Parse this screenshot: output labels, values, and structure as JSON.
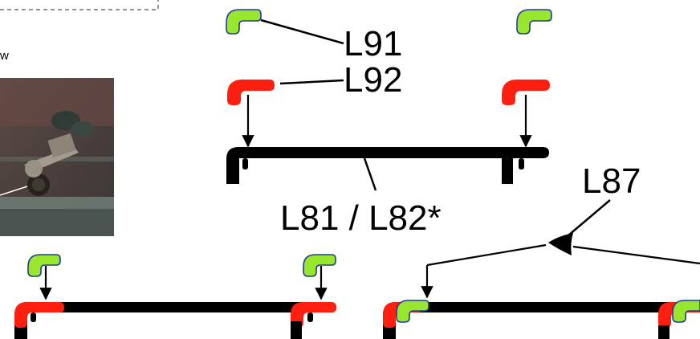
{
  "labels": {
    "l91": "L91",
    "l92": "L92",
    "l81": "L81 / L82*",
    "l87": "L87",
    "inset_fragment": "w"
  },
  "colors": {
    "green_part": "#99e62e",
    "green_outline": "#1f3d99",
    "red_part": "#ff1f10",
    "black_rail": "#000000",
    "dashed_box": "#555555"
  },
  "icons": {
    "photo": "door-mechanism-photo"
  }
}
